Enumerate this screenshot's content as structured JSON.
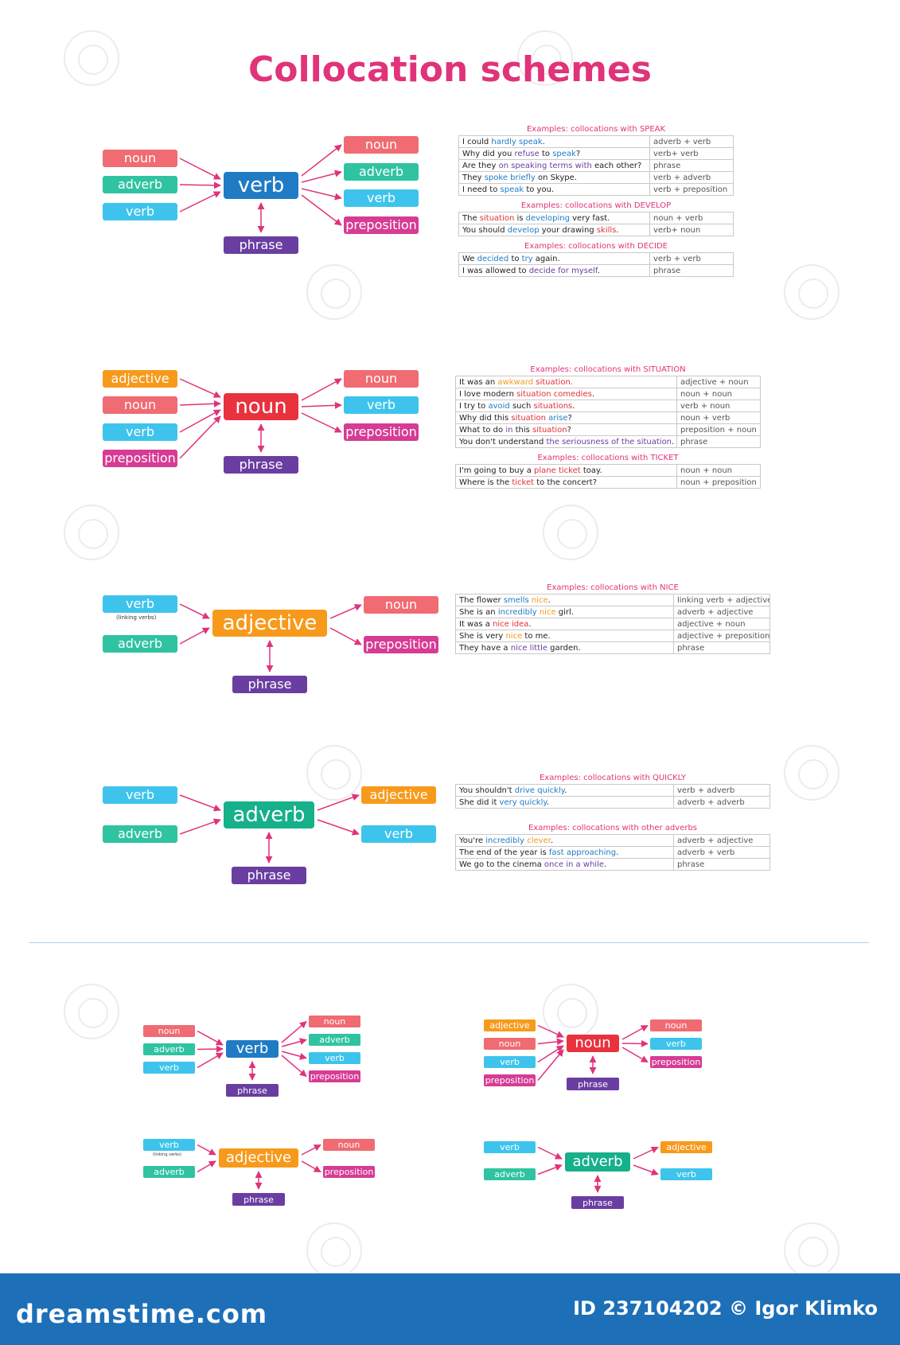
{
  "title": "Collocation schemes",
  "colors": {
    "noun": "#f06b72",
    "adverb": "#2fc3a1",
    "verb": "#3ec4ec",
    "preposition": "#d63c94",
    "phrase": "#6a3ea1",
    "verb_center": "#1f7bc4",
    "noun_center": "#e8323e",
    "adjective": "#f79a1c",
    "adverb_center": "#16b08a",
    "caption": "#e0337a",
    "footer": "#1d6fb8"
  },
  "labels": {
    "noun": "noun",
    "adverb": "adverb",
    "verb": "verb",
    "preposition": "preposition",
    "phrase": "phrase",
    "adjective": "adjective",
    "linking_verbs": "(linking verbs)"
  },
  "tables": {
    "speak": {
      "caption": "Examples: collocations with SPEAK",
      "rows": [
        {
          "s": [
            [
              "I could ",
              ""
            ],
            [
              "hardly speak",
              "blue"
            ],
            [
              ".",
              ""
            ]
          ],
          "p": "adverb + verb"
        },
        {
          "s": [
            [
              "Why did you ",
              ""
            ],
            [
              "refuse",
              "purple"
            ],
            [
              " to ",
              ""
            ],
            [
              "speak",
              "blue"
            ],
            [
              "?",
              ""
            ]
          ],
          "p": "verb+ verb"
        },
        {
          "s": [
            [
              "Are they ",
              ""
            ],
            [
              "on speaking terms with",
              "purple"
            ],
            [
              " each other?",
              ""
            ]
          ],
          "p": "phrase"
        },
        {
          "s": [
            [
              "They ",
              ""
            ],
            [
              "spoke briefly",
              "blue"
            ],
            [
              " on Skype.",
              ""
            ]
          ],
          "p": "verb + adverb"
        },
        {
          "s": [
            [
              "I need to ",
              ""
            ],
            [
              "speak",
              "blue"
            ],
            [
              " to you.",
              ""
            ]
          ],
          "p": "verb + preposition"
        }
      ]
    },
    "develop": {
      "caption": "Examples: collocations with DEVELOP",
      "rows": [
        {
          "s": [
            [
              "The ",
              ""
            ],
            [
              "situation",
              "red"
            ],
            [
              " is ",
              ""
            ],
            [
              "developing",
              "blue"
            ],
            [
              " very fast.",
              ""
            ]
          ],
          "p": "noun + verb"
        },
        {
          "s": [
            [
              "You should ",
              ""
            ],
            [
              "develop",
              "blue"
            ],
            [
              " your drawing ",
              ""
            ],
            [
              "skills",
              "red"
            ],
            [
              ".",
              ""
            ]
          ],
          "p": "verb+ noun"
        }
      ]
    },
    "decide": {
      "caption": "Examples: collocations with DECIDE",
      "rows": [
        {
          "s": [
            [
              "We ",
              ""
            ],
            [
              "decided",
              "blue"
            ],
            [
              " to ",
              ""
            ],
            [
              "try",
              "blue"
            ],
            [
              " again.",
              ""
            ]
          ],
          "p": "verb + verb"
        },
        {
          "s": [
            [
              "I was allowed to ",
              ""
            ],
            [
              "decide for myself",
              "purple"
            ],
            [
              ".",
              ""
            ]
          ],
          "p": "phrase"
        }
      ]
    },
    "situation": {
      "caption": "Examples: collocations with SITUATION",
      "rows": [
        {
          "s": [
            [
              "It was an ",
              ""
            ],
            [
              "awkward",
              "orange"
            ],
            [
              " situation.",
              "red"
            ]
          ],
          "p": "adjective + noun"
        },
        {
          "s": [
            [
              "I love modern ",
              ""
            ],
            [
              "situation comedies",
              "red"
            ],
            [
              ".",
              ""
            ]
          ],
          "p": "noun + noun"
        },
        {
          "s": [
            [
              "I try to ",
              ""
            ],
            [
              "avoid",
              "blue"
            ],
            [
              " such ",
              ""
            ],
            [
              "situations",
              "red"
            ],
            [
              ".",
              ""
            ]
          ],
          "p": "verb + noun"
        },
        {
          "s": [
            [
              "Why did this ",
              ""
            ],
            [
              "situation",
              "red"
            ],
            [
              " ",
              ""
            ],
            [
              "arise",
              "blue"
            ],
            [
              "?",
              ""
            ]
          ],
          "p": "noun + verb"
        },
        {
          "s": [
            [
              "What to do ",
              ""
            ],
            [
              "in",
              "purple"
            ],
            [
              " this ",
              ""
            ],
            [
              "situation",
              "red"
            ],
            [
              "?",
              ""
            ]
          ],
          "p": "preposition + noun"
        },
        {
          "s": [
            [
              "You don't understand ",
              ""
            ],
            [
              "the seriousness of the situation",
              "purple"
            ],
            [
              ".",
              ""
            ]
          ],
          "p": "phrase"
        }
      ]
    },
    "ticket": {
      "caption": "Examples: collocations with TICKET",
      "rows": [
        {
          "s": [
            [
              "I'm going to buy a ",
              ""
            ],
            [
              "plane ticket",
              "red"
            ],
            [
              " toay.",
              ""
            ]
          ],
          "p": "noun + noun"
        },
        {
          "s": [
            [
              "Where is the ",
              ""
            ],
            [
              "ticket",
              "red"
            ],
            [
              " to",
              ""
            ],
            [
              " the concert?",
              ""
            ]
          ],
          "p": "noun + preposition"
        }
      ]
    },
    "nice": {
      "caption": "Examples: collocations with NICE",
      "rows": [
        {
          "s": [
            [
              "The flower ",
              ""
            ],
            [
              "smells",
              "blue"
            ],
            [
              " ",
              ""
            ],
            [
              "nice",
              "orange"
            ],
            [
              ".",
              ""
            ]
          ],
          "p": "linking verb + adjective"
        },
        {
          "s": [
            [
              "She is an ",
              ""
            ],
            [
              "incredibly",
              "blue"
            ],
            [
              " ",
              ""
            ],
            [
              "nice",
              "orange"
            ],
            [
              " girl.",
              ""
            ]
          ],
          "p": "adverb + adjective"
        },
        {
          "s": [
            [
              "It was a ",
              ""
            ],
            [
              "nice idea",
              "red"
            ],
            [
              ".",
              ""
            ]
          ],
          "p": "adjective + noun"
        },
        {
          "s": [
            [
              "She is very ",
              ""
            ],
            [
              "nice",
              "orange"
            ],
            [
              " to me.",
              ""
            ]
          ],
          "p": "adjective + preposition"
        },
        {
          "s": [
            [
              "They have a ",
              ""
            ],
            [
              "nice little",
              "purple"
            ],
            [
              " garden.",
              ""
            ]
          ],
          "p": "phrase"
        }
      ]
    },
    "quickly": {
      "caption": "Examples: collocations with QUICKLY",
      "rows": [
        {
          "s": [
            [
              "You shouldn't ",
              ""
            ],
            [
              "drive quickly",
              "blue"
            ],
            [
              ".",
              ""
            ]
          ],
          "p": "verb + adverb"
        },
        {
          "s": [
            [
              "She did it ",
              ""
            ],
            [
              "very quickly",
              "blue"
            ],
            [
              ".",
              ""
            ]
          ],
          "p": "adverb + adverb"
        }
      ]
    },
    "other": {
      "caption": "Examples: collocations with other adverbs",
      "rows": [
        {
          "s": [
            [
              "You're ",
              ""
            ],
            [
              "incredibly",
              "blue"
            ],
            [
              " ",
              ""
            ],
            [
              "clever",
              "orange"
            ],
            [
              ".",
              ""
            ]
          ],
          "p": "adverb + adjective"
        },
        {
          "s": [
            [
              "The end of the year is ",
              ""
            ],
            [
              "fast approaching",
              "blue"
            ],
            [
              ".",
              ""
            ]
          ],
          "p": "adverb + verb"
        },
        {
          "s": [
            [
              "We go to the cinema ",
              ""
            ],
            [
              "once in a while",
              "purple"
            ],
            [
              ".",
              ""
            ]
          ],
          "p": "phrase"
        }
      ]
    }
  },
  "footer": {
    "brand": "dreamstime.com",
    "image_id": "ID 237104202 © Igor Klimko"
  }
}
